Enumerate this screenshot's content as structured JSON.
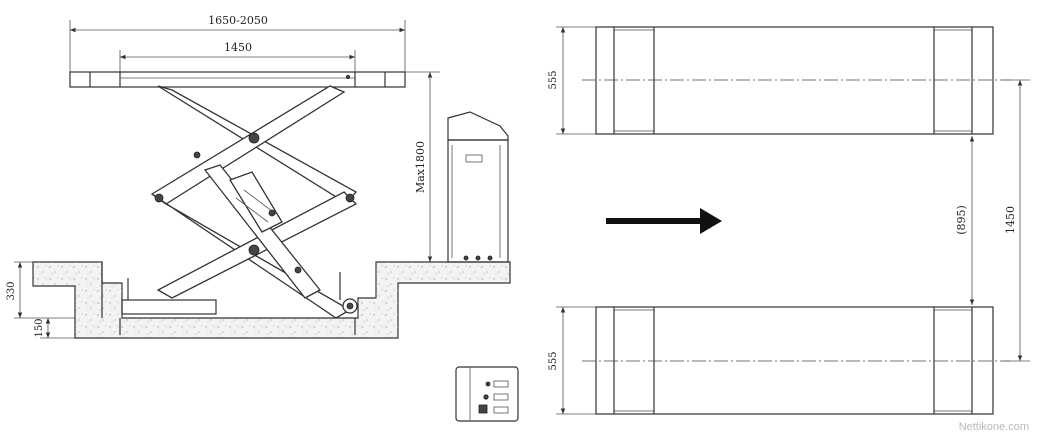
{
  "side_view": {
    "dim_overall": "1650-2050",
    "dim_platform": "1450",
    "dim_height": "Max1800",
    "dim_pit_depth": "330",
    "dim_step": "150"
  },
  "top_view": {
    "dim_track_top": "555",
    "dim_track_bottom": "555",
    "dim_inner_gap": "(895)",
    "dim_track_spacing": "1450"
  },
  "watermark": "Nettikone.com",
  "icons": {
    "direction_arrow": "arrow-right-icon",
    "control_panel": "control-panel-icon"
  }
}
